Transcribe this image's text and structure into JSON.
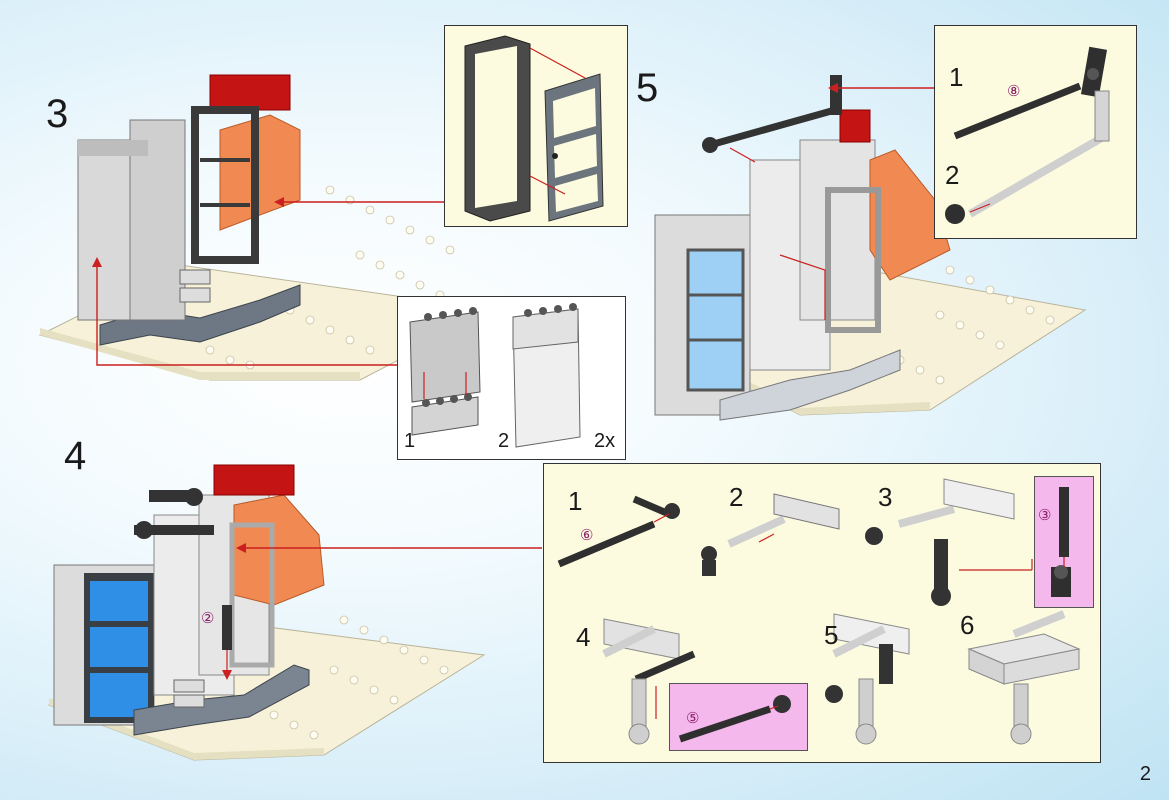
{
  "steps": {
    "s3": "3",
    "s4": "4",
    "s5": "5"
  },
  "callouts": {
    "door": {},
    "wall": {
      "sub1": "1",
      "sub2": "2",
      "count": "2x"
    },
    "s5box": {
      "sub1": "1",
      "sub2": "2",
      "circ": "⑧"
    },
    "s4box": {
      "sub1": "1",
      "sub2": "2",
      "sub3": "3",
      "sub4": "4",
      "sub5": "5",
      "sub6": "6",
      "circ1": "⑥",
      "circ3": "③",
      "circ4": "⑤"
    }
  },
  "model4": {
    "circ": "②"
  },
  "page_number": "2",
  "colors": {
    "arrow": "#cc1f1f",
    "panel_bg": "#fdfbdf",
    "pink": "#f4b8ec",
    "baseplate": "#f6f1d8",
    "orange": "#f0915a",
    "red_brick": "#c81818",
    "blue_window": "#2f8fe6"
  }
}
